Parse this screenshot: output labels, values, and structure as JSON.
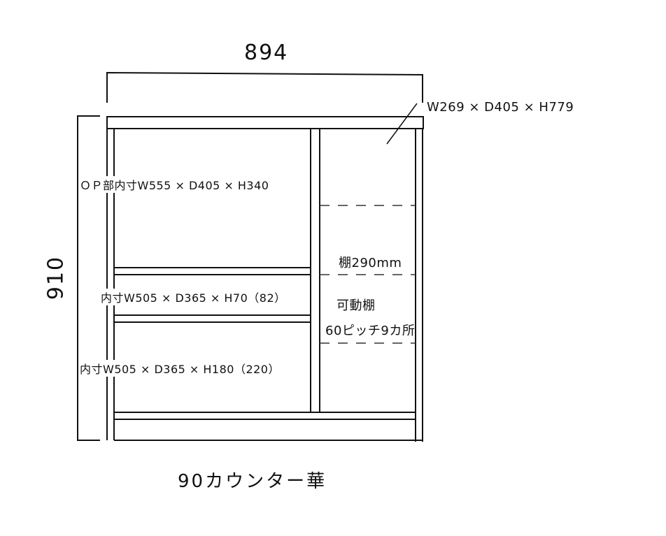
{
  "drawing": {
    "title": "90カウンター華",
    "overall_width": "894",
    "overall_height": "910",
    "right_compartment": "W269 × D405 × H779",
    "open_section": "ＯＰ部内寸W555 × D405 × H340",
    "drawer_upper": "内寸W505 × D365 × H70（82）",
    "drawer_lower": "内寸W505 × D365 × H180（220）",
    "shelf_size": "棚290mm",
    "adjustable_shelf": "可動棚",
    "shelf_pitch": "60ピッチ9カ所"
  },
  "colors": {
    "line": "#111111",
    "dash": "#333333",
    "background": "#ffffff"
  }
}
